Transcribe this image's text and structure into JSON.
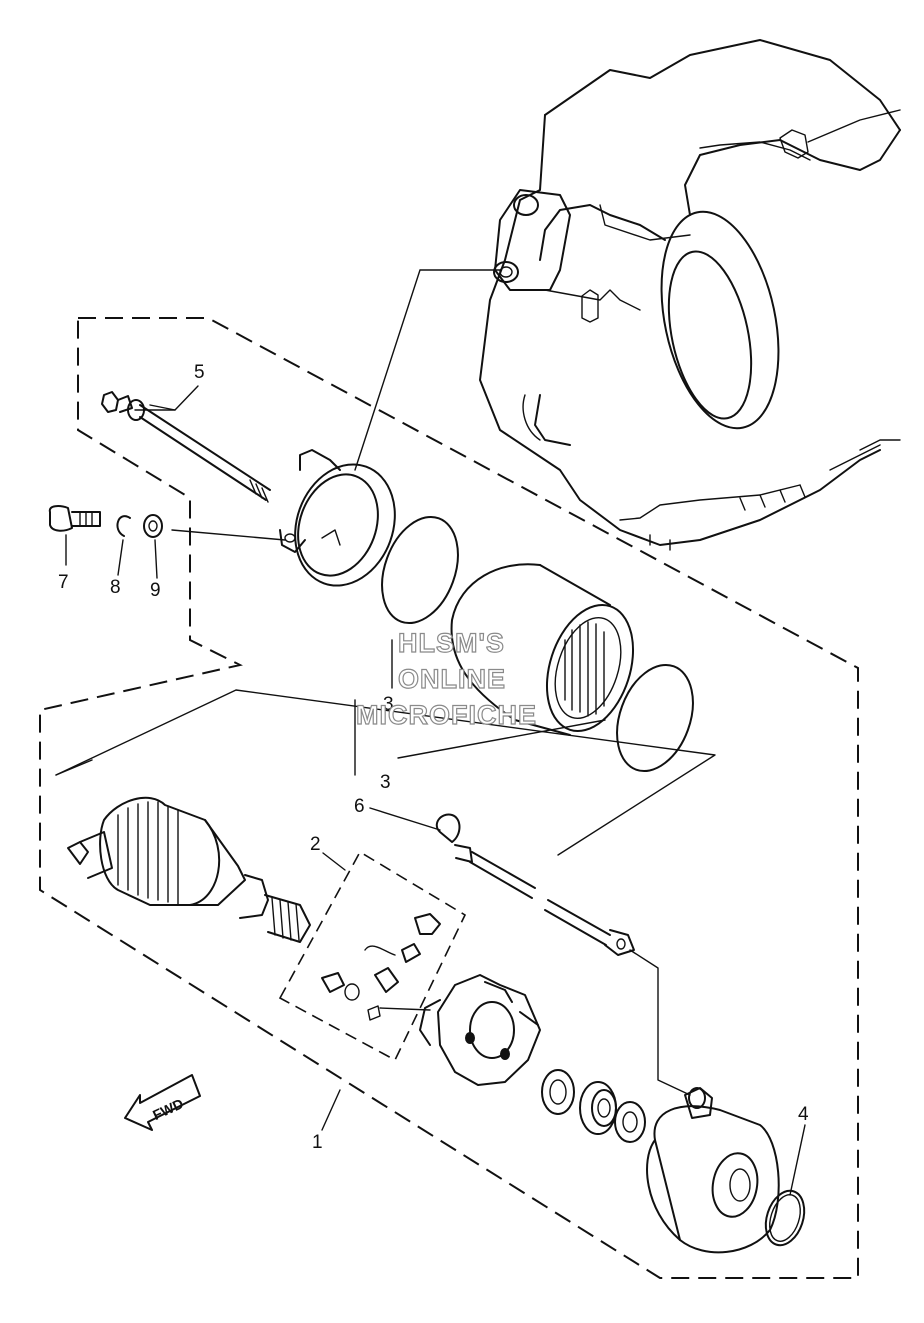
{
  "diagram": {
    "callouts": [
      {
        "id": "part-1",
        "label": "1"
      },
      {
        "id": "part-2",
        "label": "2"
      },
      {
        "id": "part-3a",
        "label": "3"
      },
      {
        "id": "part-3b",
        "label": "3"
      },
      {
        "id": "part-4",
        "label": "4"
      },
      {
        "id": "part-5",
        "label": "5"
      },
      {
        "id": "part-6",
        "label": "6"
      },
      {
        "id": "part-7",
        "label": "7"
      },
      {
        "id": "part-8",
        "label": "8"
      },
      {
        "id": "part-9",
        "label": "9"
      }
    ],
    "watermark": {
      "line1": "HLSM'S",
      "line2": "ONLINE",
      "line3": "MICROFICHE"
    },
    "direction_marker": "FWD"
  }
}
